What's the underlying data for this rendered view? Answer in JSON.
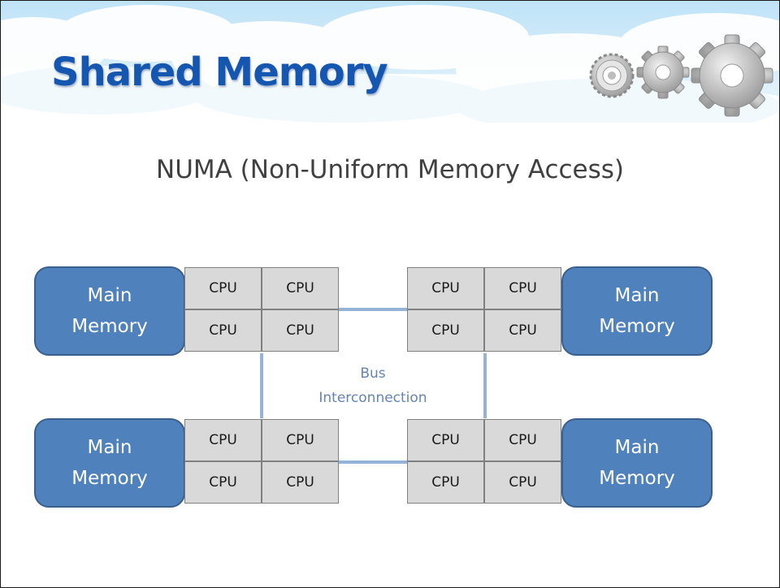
{
  "slide": {
    "title": "Shared Memory",
    "subtitle": "NUMA (Non-Uniform Memory Access)"
  },
  "diagram": {
    "nodes": [
      {
        "memory": [
          "Main",
          "Memory"
        ],
        "cpus": [
          "CPU",
          "CPU",
          "CPU",
          "CPU"
        ]
      },
      {
        "memory": [
          "Main",
          "Memory"
        ],
        "cpus": [
          "CPU",
          "CPU",
          "CPU",
          "CPU"
        ]
      },
      {
        "memory": [
          "Main",
          "Memory"
        ],
        "cpus": [
          "CPU",
          "CPU",
          "CPU",
          "CPU"
        ]
      },
      {
        "memory": [
          "Main",
          "Memory"
        ],
        "cpus": [
          "CPU",
          "CPU",
          "CPU",
          "CPU"
        ]
      }
    ],
    "bus_label": [
      "Bus",
      "Interconnection"
    ]
  },
  "colors": {
    "title": "#1557b0",
    "memory_fill": "#4f81bd",
    "cpu_fill": "#d9d9d9",
    "bus_line": "#95b3d7",
    "bus_text": "#6485b0"
  },
  "icons": [
    "cloud-icon",
    "gear-icon"
  ]
}
